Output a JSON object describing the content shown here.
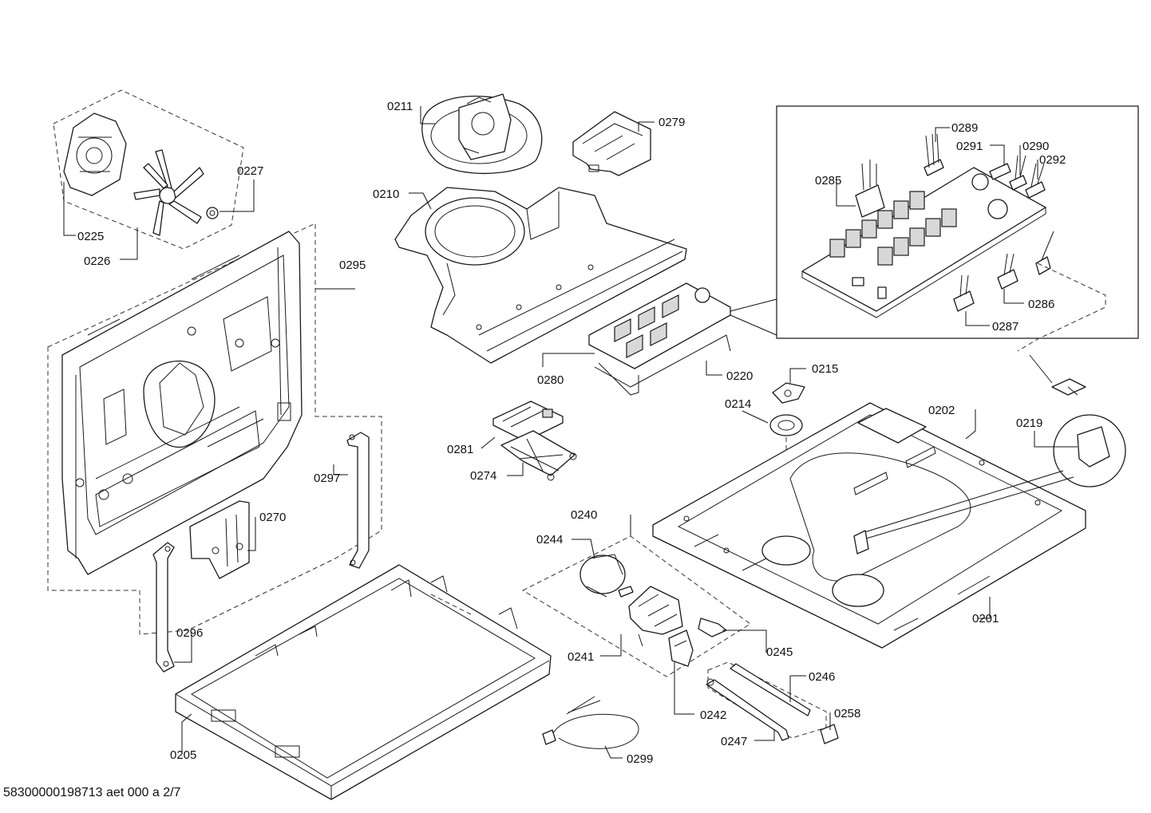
{
  "document_id": "58300000198713 aet 000 a 2/7",
  "callouts": [
    {
      "id": "0211"
    },
    {
      "id": "0279"
    },
    {
      "id": "0210"
    },
    {
      "id": "0225"
    },
    {
      "id": "0226"
    },
    {
      "id": "0227"
    },
    {
      "id": "0295"
    },
    {
      "id": "0280"
    },
    {
      "id": "0220"
    },
    {
      "id": "0215"
    },
    {
      "id": "0214"
    },
    {
      "id": "0202"
    },
    {
      "id": "0219"
    },
    {
      "id": "0281"
    },
    {
      "id": "0274"
    },
    {
      "id": "0297"
    },
    {
      "id": "0270"
    },
    {
      "id": "0240"
    },
    {
      "id": "0244"
    },
    {
      "id": "0201"
    },
    {
      "id": "0296"
    },
    {
      "id": "0241"
    },
    {
      "id": "0245"
    },
    {
      "id": "0246"
    },
    {
      "id": "0242"
    },
    {
      "id": "0258"
    },
    {
      "id": "0247"
    },
    {
      "id": "0205"
    },
    {
      "id": "0299"
    },
    {
      "id": "0289"
    },
    {
      "id": "0291"
    },
    {
      "id": "0290"
    },
    {
      "id": "0292"
    },
    {
      "id": "0285"
    },
    {
      "id": "0286"
    },
    {
      "id": "0287"
    }
  ]
}
